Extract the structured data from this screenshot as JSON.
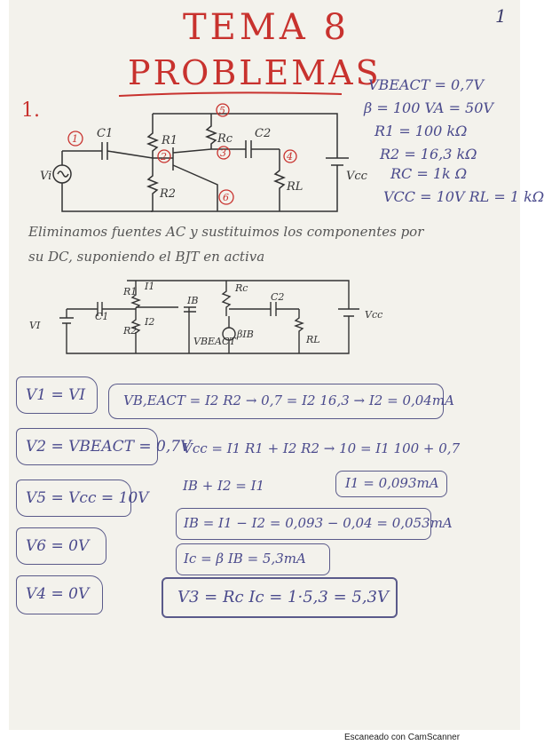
{
  "page_number": "1",
  "title": {
    "line1": "TEMA 8",
    "line2": "PROBLEMAS"
  },
  "problem_number": "1.",
  "givens": [
    "VBEACT = 0,7V",
    "β = 100   VA = 50V",
    "R1 = 100 kΩ",
    "R2 = 16,3 kΩ",
    "RC = 1k Ω",
    "VCC = 10V   RL = 1 kΩ"
  ],
  "circuit1": {
    "nodes": [
      "1",
      "2",
      "3",
      "4",
      "5",
      "6"
    ],
    "labels": {
      "r1": "R1",
      "rc": "Rc",
      "r2": "R2",
      "rl": "RL",
      "c1": "C1",
      "c2": "C2",
      "vi": "Vi",
      "vcc": "Vcc"
    }
  },
  "note": {
    "line1": "Eliminamos fuentes AC y sustituimos los componentes por",
    "line2": "su DC, suponiendo el BJT en activa"
  },
  "circuit2": {
    "labels": {
      "r1": "R1",
      "r2": "R2",
      "rc": "Rc",
      "rl": "RL",
      "c1": "C1",
      "c2": "C2",
      "vi": "VI",
      "vcc": "Vcc",
      "i1": "I1",
      "i2": "I2",
      "ib": "IB",
      "vbeact": "VBEACT",
      "bib": "βIB"
    }
  },
  "results": {
    "v1": "V1 = VI",
    "v2": "V2 = VBEACT = 0,7V",
    "v5": "V5 = Vcc = 10V",
    "v6": "V6 = 0V",
    "v4": "V4 = 0V"
  },
  "equations": {
    "eq1": "VB,EACT = I2 R2 → 0,7 = I2 16,3 → I2 = 0,04mA",
    "eq2": "Vcc = I1 R1 + I2 R2 → 10 = I1 100 + 0,7",
    "eq3": "IB + I2 = I1",
    "eq3b": "I1 = 0,093mA",
    "eq4": "IB = I1 − I2 = 0,093 − 0,04 = 0,053mA",
    "eq5": "Ic = β IB = 5,3mA",
    "eq6": "V3 = Rc Ic = 1·5,3 = 5,3V"
  },
  "footer": "Escaneado con CamScanner"
}
